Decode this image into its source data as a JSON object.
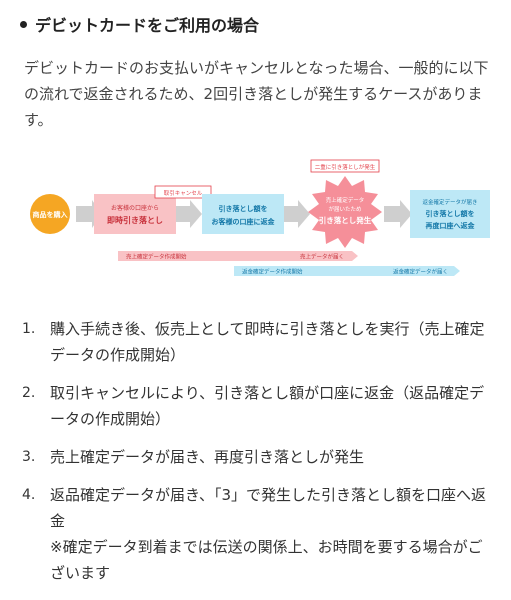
{
  "heading": "デビットカードをご利用の場合",
  "intro": "デビットカードのお支払いがキャンセルとなった場合、一般的に以下の流れで返金されるため、2回引き落としが発生するケースがあります。",
  "diagram": {
    "start": "商品を購入",
    "box1_l1": "お客様の口座から",
    "box1_l2": "即時引き落とし",
    "tag_cancel": "取引キャンセル",
    "box2_l1": "引き落とし額を",
    "box2_l2": "お客様の口座に返金",
    "tag_double": "二重に引き落としが発生",
    "star_l1": "売上確定データ",
    "star_l2": "が届いたため",
    "star_l3": "引き落とし発生",
    "box3_l1": "返金確定データが届き",
    "box3_l2": "引き落とし額を",
    "box3_l3": "再度口座へ返金",
    "bar1_start": "売上確定データ作成開始",
    "bar1_end": "売上データが届く",
    "bar2_start": "返金確定データ作成開始",
    "bar2_end": "返金確定データが届く",
    "colors": {
      "red": "#e3404a",
      "blue": "#1aa3d6",
      "orange": "#f5a623",
      "pink": "#f9c2c5",
      "lightblue": "#bde8f6",
      "gray": "#cfcfcf"
    }
  },
  "steps": [
    {
      "num": "1.",
      "text": "購入手続き後、仮売上として即時に引き落としを実行（売上確定データの作成開始）"
    },
    {
      "num": "2.",
      "text": "取引キャンセルにより、引き落とし額が口座に返金（返品確定データの作成開始）"
    },
    {
      "num": "3.",
      "text": "売上確定データが届き、再度引き落としが発生"
    },
    {
      "num": "4.",
      "text": "返品確定データが届き、「3」で発生した引き落とし額を口座へ返金",
      "note": "※確定データ到着までは伝送の関係上、お時間を要する場合がございます"
    }
  ]
}
